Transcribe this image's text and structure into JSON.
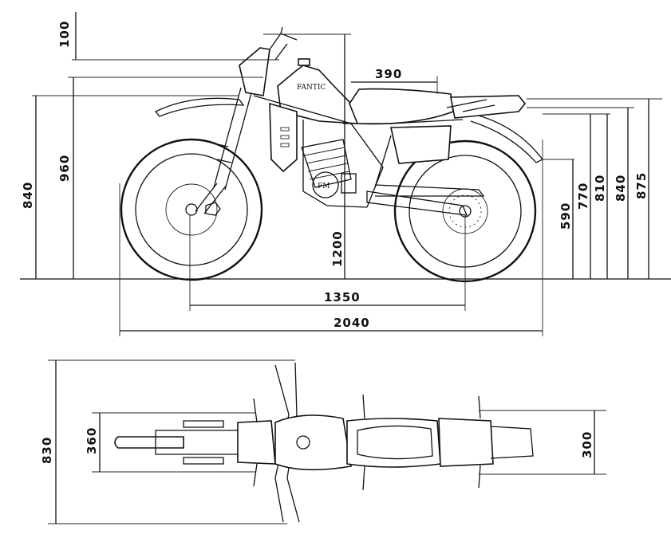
{
  "title": "Motorcycle dimension drawing",
  "brand_on_tank": "FANTIC",
  "engine_badge": "FM",
  "side_view": {
    "handlebar_above_seat": "100",
    "seat_length": "390",
    "seat_height": "840",
    "overall_height": "960",
    "front_to_handlebar_clearance": "1200",
    "wheelbase": "1350",
    "overall_length": "2040",
    "rear_heights": [
      "590",
      "770",
      "810",
      "840",
      "875"
    ]
  },
  "top_view": {
    "handlebar_width": "830",
    "front_width": "360",
    "rear_width": "300"
  }
}
